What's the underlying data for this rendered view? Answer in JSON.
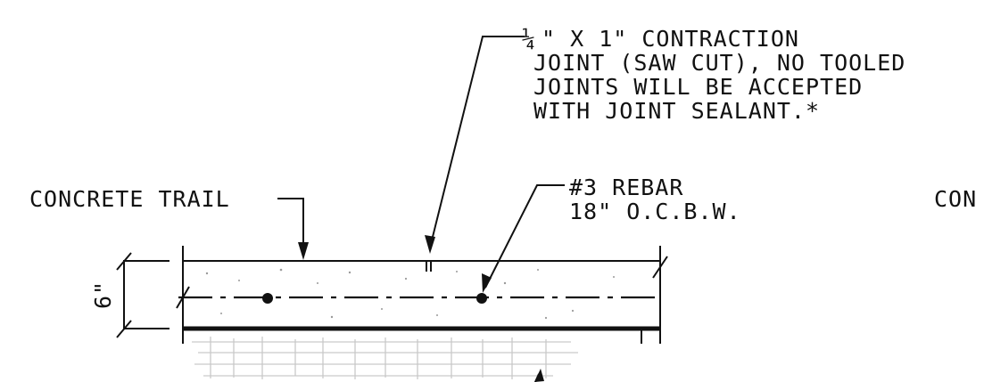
{
  "labels": {
    "joint_fraction": "¼",
    "joint_line1": "\" X 1\" CONTRACTION",
    "joint_line2": "JOINT (SAW CUT), NO TOOLED",
    "joint_line3": "JOINTS WILL BE ACCEPTED",
    "joint_line4": "WITH JOINT SEALANT.*",
    "rebar_line1": "#3 REBAR",
    "rebar_line2": "18\" O.C.B.W.",
    "concrete_trail": "CONCRETE TRAIL",
    "right_partial": "CON",
    "thickness": "6\""
  }
}
